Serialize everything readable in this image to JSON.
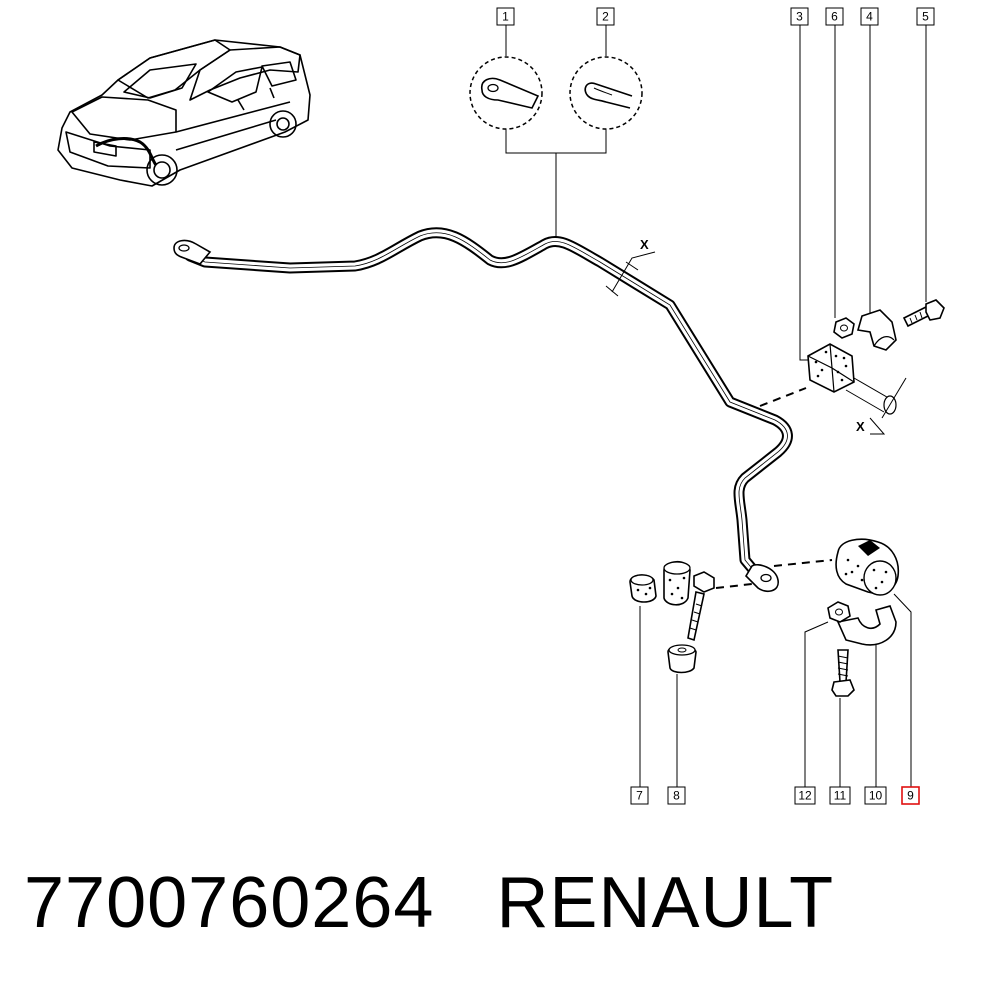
{
  "callouts": [
    {
      "id": "1",
      "label": "1"
    },
    {
      "id": "2",
      "label": "2"
    },
    {
      "id": "3",
      "label": "3"
    },
    {
      "id": "6",
      "label": "6"
    },
    {
      "id": "4",
      "label": "4"
    },
    {
      "id": "5",
      "label": "5"
    },
    {
      "id": "7",
      "label": "7"
    },
    {
      "id": "8",
      "label": "8"
    },
    {
      "id": "12",
      "label": "12"
    },
    {
      "id": "11",
      "label": "11"
    },
    {
      "id": "10",
      "label": "10"
    },
    {
      "id": "9",
      "label": "9",
      "highlighted": true
    }
  ],
  "dimension_marks": {
    "upper": "X",
    "lower": "X"
  },
  "caption": {
    "part_number": "7700760264",
    "brand": "RENAULT"
  },
  "colors": {
    "line": "#000000",
    "background": "#ffffff",
    "highlight": "#e01010"
  },
  "icons": [
    "car-icon",
    "bar-end-eye-detail-icon",
    "bar-end-hook-detail-icon"
  ]
}
